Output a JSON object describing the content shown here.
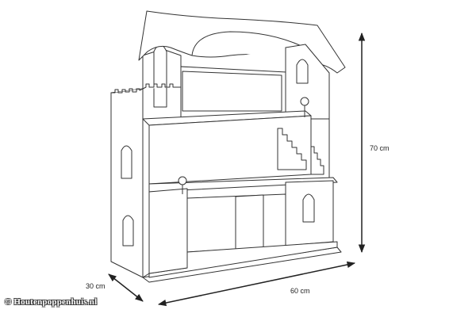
{
  "dimensions": {
    "height": "70 cm",
    "width": "60 cm",
    "depth": "30 cm"
  },
  "copyright": "© Houtenpoppenhuis.nl",
  "colors": {
    "line": "#333333",
    "fill": "#ffffff",
    "arrow": "#222222"
  }
}
